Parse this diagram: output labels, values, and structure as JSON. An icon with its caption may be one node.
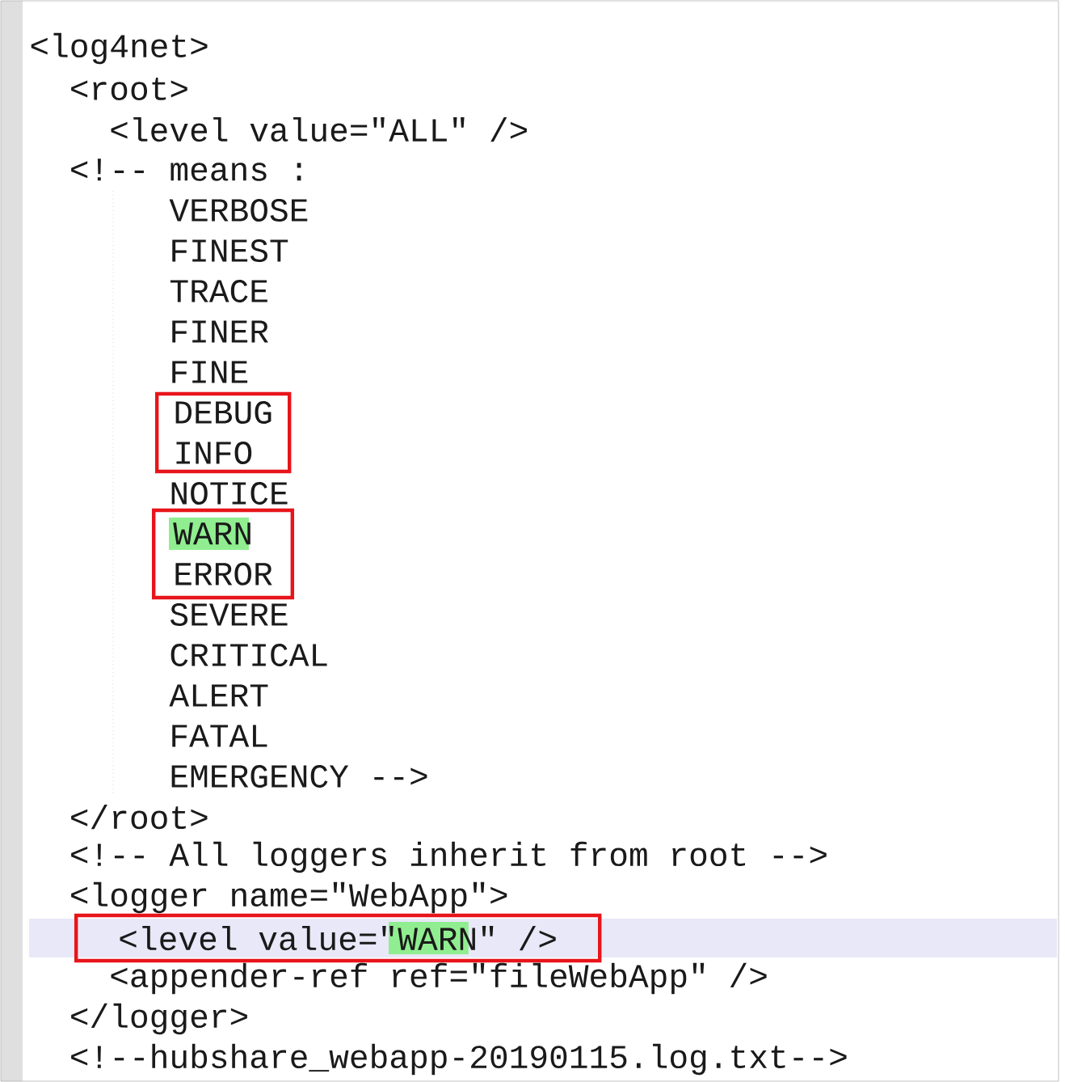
{
  "diagram": {
    "nodes": [
      {
        "text": [
          "DEBUG",
          "INFO"
        ]
      },
      {
        "text": [
          "WARN",
          "ERROR"
        ]
      },
      {
        "text": [
          "<level value=\"WARN\" />"
        ]
      }
    ],
    "labels": [
      "<log4net>",
      "<root>",
      "<level value=\"ALL\" />",
      "<!-- means :",
      "VERBOSE",
      "FINEST",
      "TRACE",
      "FINER",
      "FINE",
      "NOTICE",
      "SEVERE",
      "CRITICAL",
      "ALERT",
      "FATAL",
      "EMERGENCY -->",
      "</root>",
      "<!-- All loggers inherit from root -->",
      "<logger name=\"WebApp\">",
      "<appender-ref ref=\"fileWebApp\" />",
      "</logger>",
      "<!--hubshare_webapp-20190115.log.txt-->"
    ]
  }
}
